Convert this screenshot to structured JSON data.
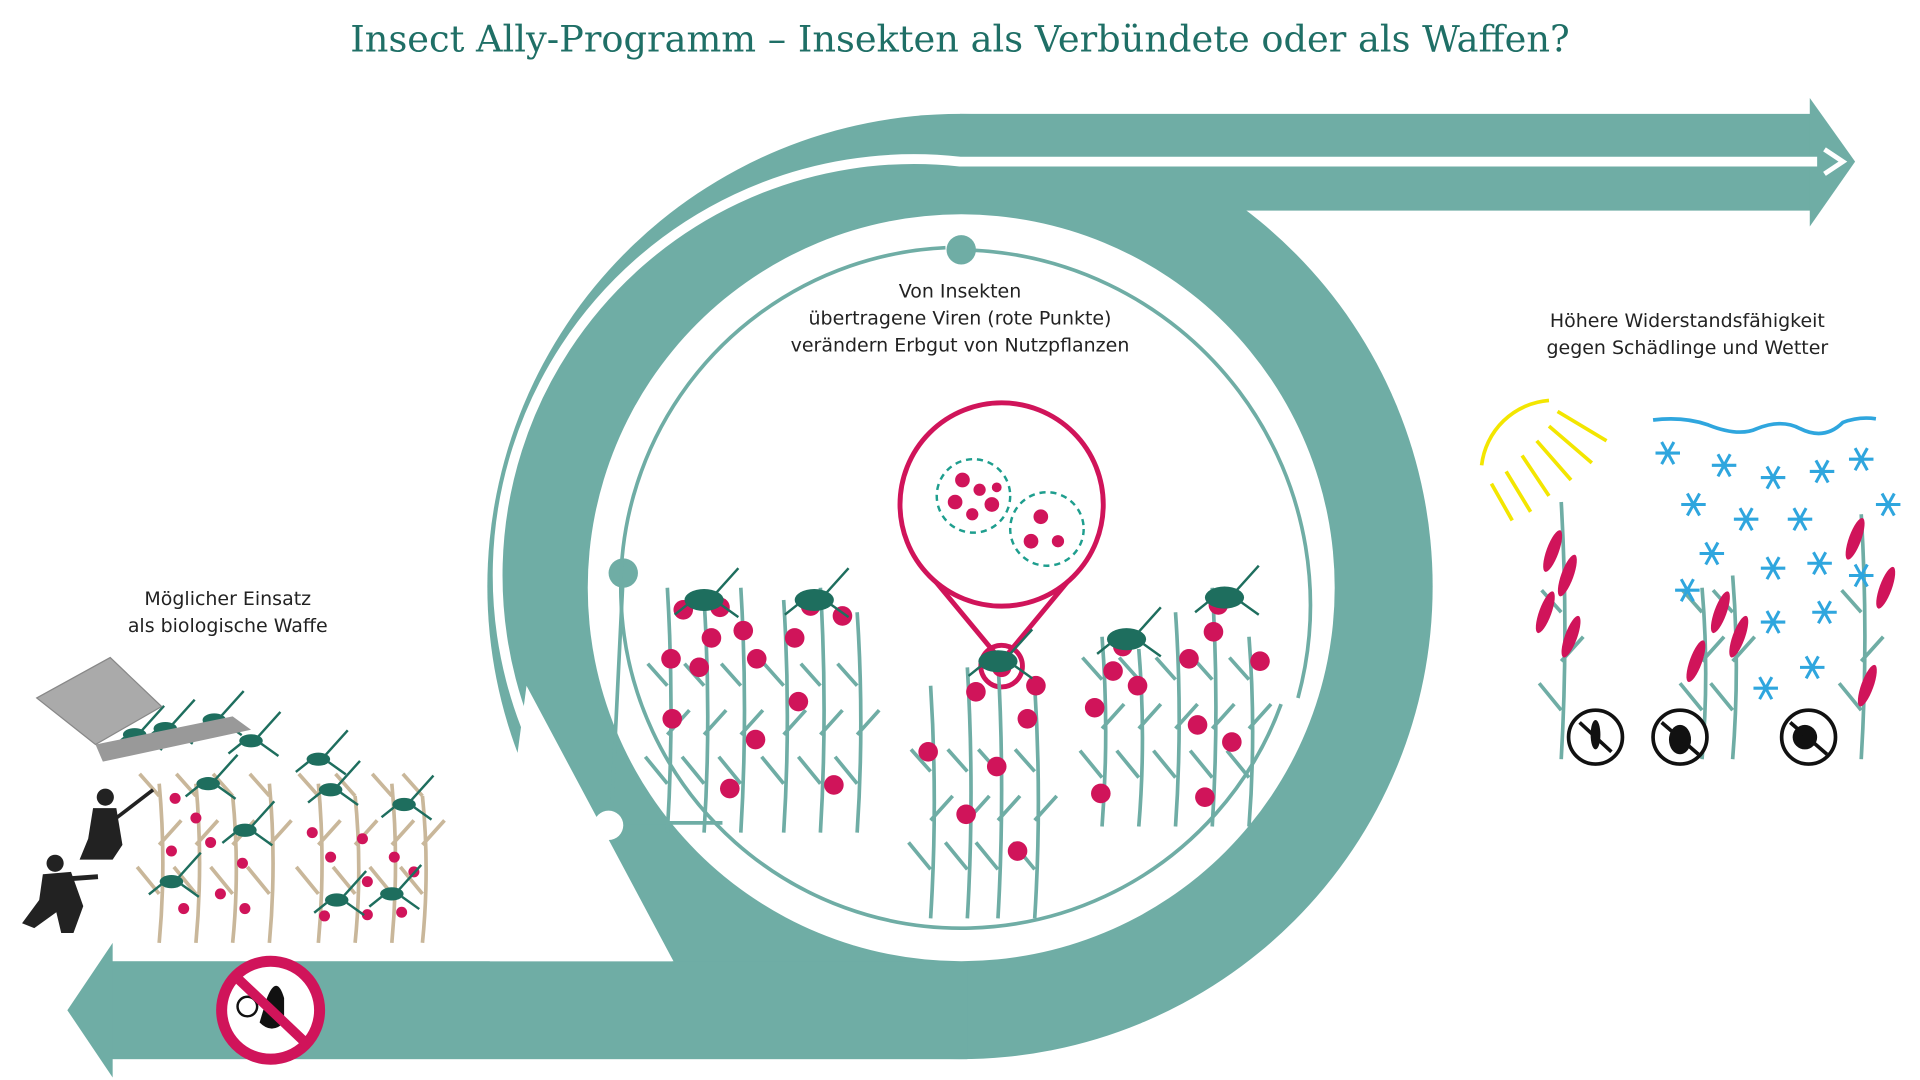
{
  "title": "Insect Ally-Programm – Insekten als Verbündete oder als Waffen?",
  "labels": {
    "center": [
      "Von Insekten",
      "übertragene Viren (rote Punkte)",
      "verändern Erbgut von Nutzpflanzen"
    ],
    "right": [
      "Höhere Widerstandsfähigkeit",
      "gegen Schädlinge und Wetter"
    ],
    "left": [
      "Möglicher Einsatz",
      "als biologische Waffe"
    ]
  },
  "colors": {
    "teal": "#6fada5",
    "magenta": "#d0145a",
    "insect": "#1e6e5e",
    "title": "#1f6f66",
    "snow": "#2fa6de",
    "sun": "#f3e600",
    "straw": "#c9b79a"
  },
  "icons": [
    "no-ant-icon",
    "no-beetle-icon",
    "no-snail-icon",
    "no-access-icon",
    "sun-icon",
    "cloud-icon",
    "snowflake-icon"
  ]
}
